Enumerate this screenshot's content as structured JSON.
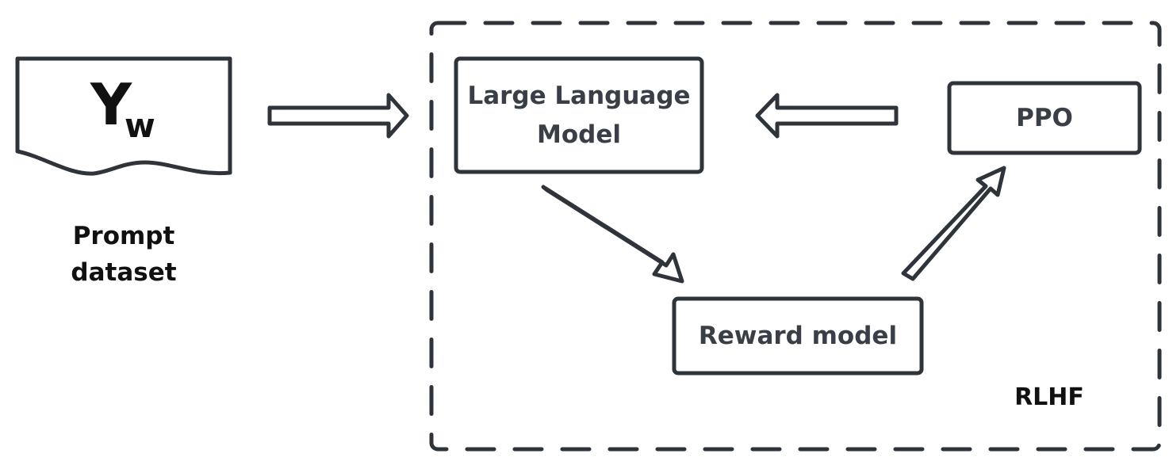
{
  "prompt_dataset": {
    "symbol_main": "Y",
    "symbol_sub": "w",
    "label_line1": "Prompt",
    "label_line2": "dataset"
  },
  "nodes": {
    "llm_line1": "Large Language",
    "llm_line2": "Model",
    "ppo": "PPO",
    "reward_model": "Reward model"
  },
  "group": {
    "label": "RLHF"
  },
  "colors": {
    "node_stroke": "#2f343b",
    "node_text": "#3a3f47",
    "doc_text": "#111111",
    "dashed_stroke": "#2f343b"
  }
}
